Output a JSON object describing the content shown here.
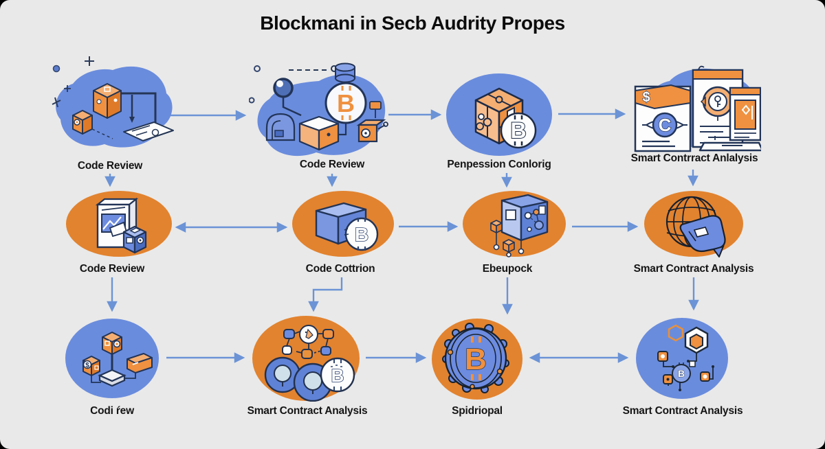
{
  "title": "Blockmani in Secb Audrity Propes",
  "colors": {
    "background": "#e9e9e9",
    "node_blue": "#6a8cdd",
    "node_orange": "#e2832f",
    "arrow_blue": "#6b93d6",
    "outline_dark": "#223457",
    "icon_orange": "#ef9140",
    "text": "#141414"
  },
  "rows": [
    {
      "nodes": [
        {
          "label": "Code Review",
          "shape": "blue-cloud",
          "icon": "crane-lifting-boxes-icon"
        },
        {
          "label": "Code Review",
          "shape": "blue-cloud",
          "icon": "magnifier-bitcoin-boxes-icon"
        },
        {
          "label": "Penpession Conlorig",
          "shape": "blue-ellipse",
          "icon": "puzzle-cube-bitcoin-icon"
        },
        {
          "label": "Smart Contrract  Anlalysis",
          "shape": "blue-cloud",
          "icon": "contract-documents-icon"
        }
      ]
    },
    {
      "nodes": [
        {
          "label": "Code Review",
          "shape": "orange-ellipse",
          "icon": "book-with-cube-icon"
        },
        {
          "label": "Code Cottrion",
          "shape": "orange-ellipse",
          "icon": "vault-bitcoin-coin-icon"
        },
        {
          "label": "Ebeupock",
          "shape": "orange-ellipse",
          "icon": "network-cube-icon"
        },
        {
          "label": "Smart Contract Analysis",
          "shape": "orange-ellipse",
          "icon": "globe-pointer-icon"
        }
      ]
    },
    {
      "nodes": [
        {
          "label": "Codi ŕew",
          "shape": "blue-ellipse",
          "icon": "blockchain-cubes-icon"
        },
        {
          "label": "Smart Contract Analysis",
          "shape": "orange-ellipse",
          "icon": "node-tree-bitcoin-icon"
        },
        {
          "label": "Spidriopal",
          "shape": "orange-ellipse",
          "icon": "bitcoin-coin-icon"
        },
        {
          "label": "Smart Contract Analysis",
          "shape": "blue-ellipse",
          "icon": "hex-circuit-icon"
        }
      ]
    }
  ],
  "arrows": [
    {
      "from": "row1-node1",
      "to": "row1-node2",
      "style": "right"
    },
    {
      "from": "row1-node2",
      "to": "row1-node3",
      "style": "right"
    },
    {
      "from": "row1-node3",
      "to": "row1-node4",
      "style": "right"
    },
    {
      "from": "row1-node1",
      "to": "row2-node1",
      "style": "down"
    },
    {
      "from": "row1-node2",
      "to": "row2-node2",
      "style": "down"
    },
    {
      "from": "row1-node3",
      "to": "row2-node3",
      "style": "down"
    },
    {
      "from": "row1-node4",
      "to": "row2-node4",
      "style": "down"
    },
    {
      "from": "row2-node1",
      "to": "row2-node2",
      "style": "double"
    },
    {
      "from": "row2-node2",
      "to": "row2-node3",
      "style": "right"
    },
    {
      "from": "row2-node3",
      "to": "row2-node4",
      "style": "right"
    },
    {
      "from": "row2-node1",
      "to": "row3-node1",
      "style": "down"
    },
    {
      "from": "row2-node2",
      "to": "row3-node2",
      "style": "down-elbow"
    },
    {
      "from": "row2-node3",
      "to": "row3-node3",
      "style": "down"
    },
    {
      "from": "row2-node4",
      "to": "row3-node4",
      "style": "down"
    },
    {
      "from": "row3-node1",
      "to": "row3-node2",
      "style": "right"
    },
    {
      "from": "row3-node2",
      "to": "row3-node3",
      "style": "right"
    },
    {
      "from": "row3-node3",
      "to": "row3-node4",
      "style": "double"
    }
  ]
}
